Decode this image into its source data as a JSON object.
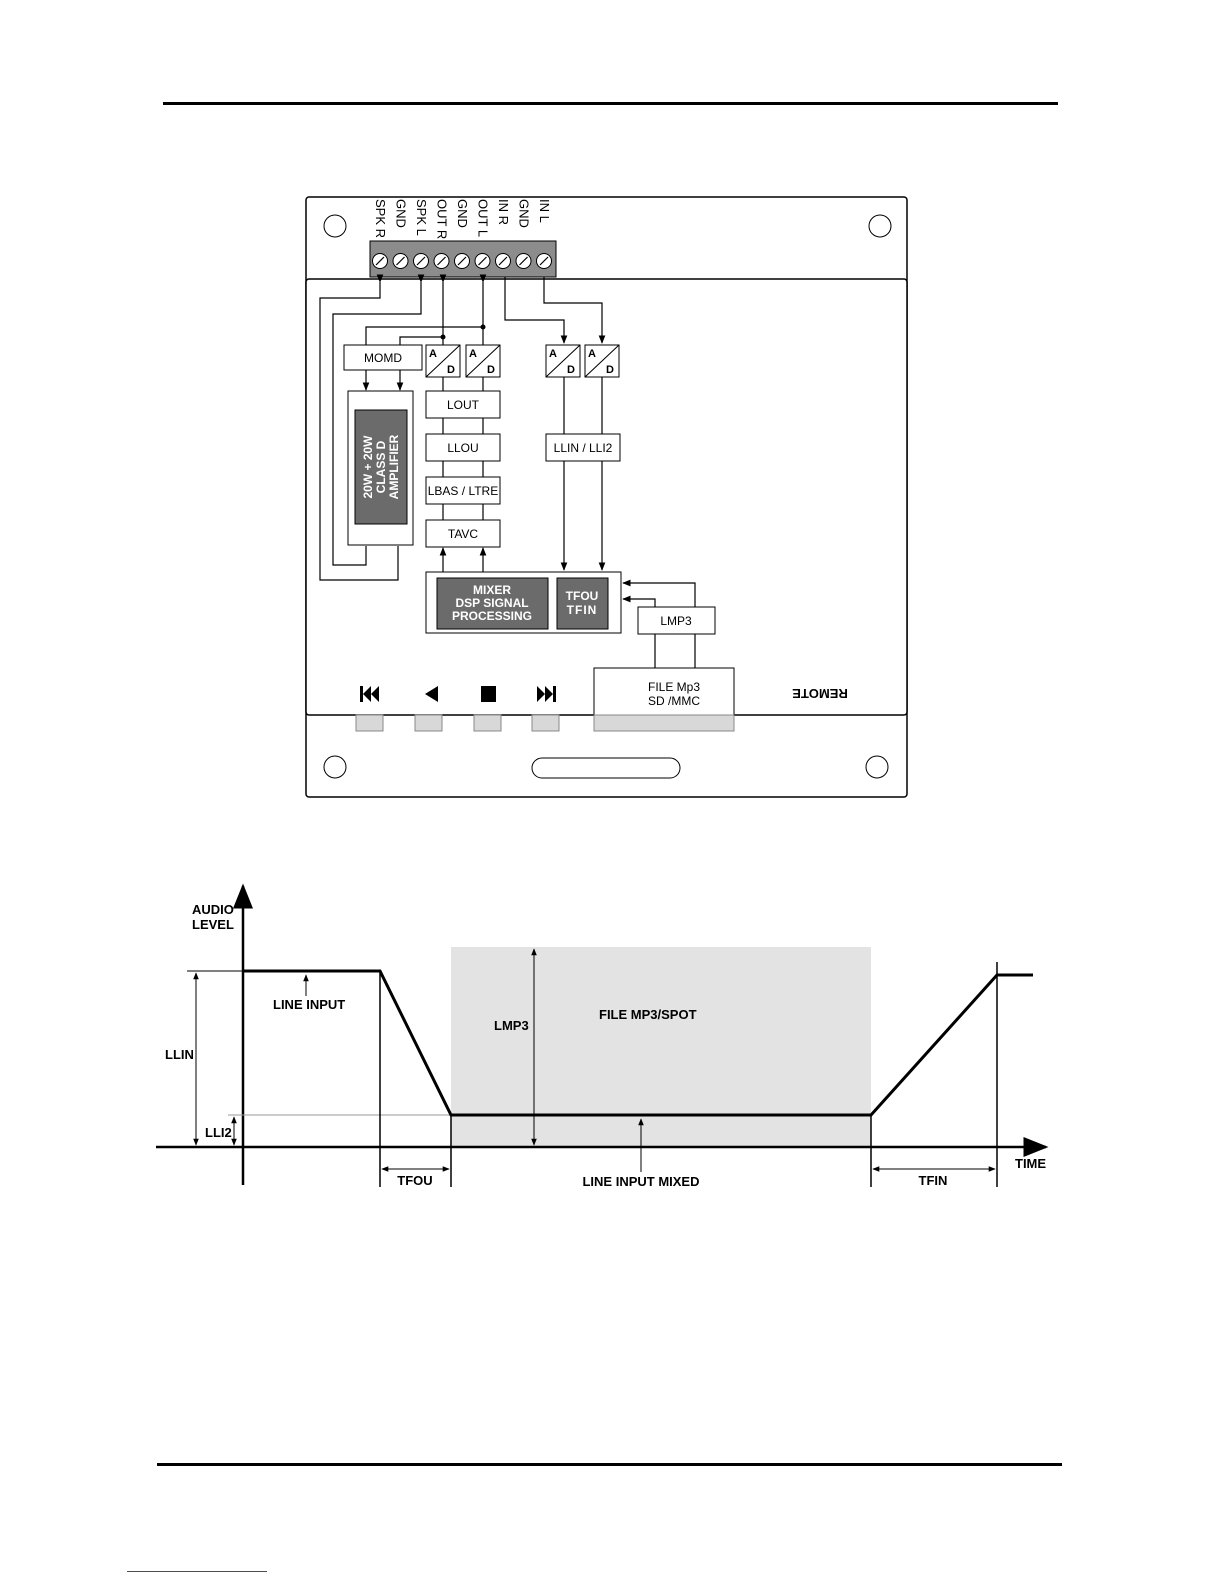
{
  "terminals": [
    "SPK R",
    "GND",
    "SPK L",
    "OUT R",
    "GND",
    "OUT L",
    "IN R",
    "GND",
    "IN L"
  ],
  "blocks": {
    "momd": "MOMD",
    "amplifier": [
      "20W + 20W",
      "CLASS D",
      "AMPLIFIER"
    ],
    "lout": "LOUT",
    "llou": "LLOU",
    "lbas": "LBAS / LTRE",
    "tavc": "TAVC",
    "llin": "LLIN / LLI2",
    "mixer": [
      "MIXER",
      "DSP SIGNAL",
      "PROCESSING"
    ],
    "tfou_tfin": [
      "TFOU",
      "TFIN"
    ],
    "lmp3": "LMP3",
    "file": [
      "FILE Mp3",
      "SD /MMC"
    ],
    "remote": "REMOTE",
    "ad_a": "A",
    "ad_d": "D"
  },
  "controls": {
    "prev": "previous-icon",
    "play": "play-reverse-icon",
    "stop": "stop-icon",
    "next": "next-icon"
  },
  "chart": {
    "ylabel": [
      "AUDIO",
      "LEVEL"
    ],
    "xlabel": "TIME",
    "line_input": "LINE INPUT",
    "llin": "LLIN",
    "lli2": "LLI2",
    "lmp3": "LMP3",
    "file_spot": "FILE MP3/SPOT",
    "tfou": "TFOU",
    "tfin": "TFIN",
    "line_input_mixed": "LINE INPUT MIXED"
  },
  "colors": {
    "block_dark": "#6b6b6b",
    "terminal_strip": "#8c8c8c",
    "shade": "#e3e3e3",
    "link": "#3a3adf"
  }
}
